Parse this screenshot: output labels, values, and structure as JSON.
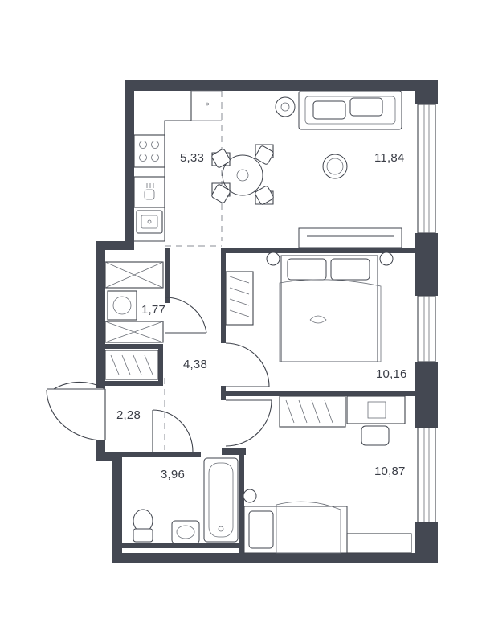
{
  "colors": {
    "wall": "#444852",
    "line": "#3f434c",
    "background": "#ffffff"
  },
  "rooms": [
    {
      "id": "kitchen",
      "area": "5,33"
    },
    {
      "id": "living-room",
      "area": "11,84"
    },
    {
      "id": "storage",
      "area": "1,77"
    },
    {
      "id": "hallway",
      "area": "4,38"
    },
    {
      "id": "entrance",
      "area": "2,28"
    },
    {
      "id": "bedroom-1",
      "area": "10,16"
    },
    {
      "id": "bathroom",
      "area": "3,96"
    },
    {
      "id": "bedroom-2",
      "area": "10,87"
    }
  ]
}
